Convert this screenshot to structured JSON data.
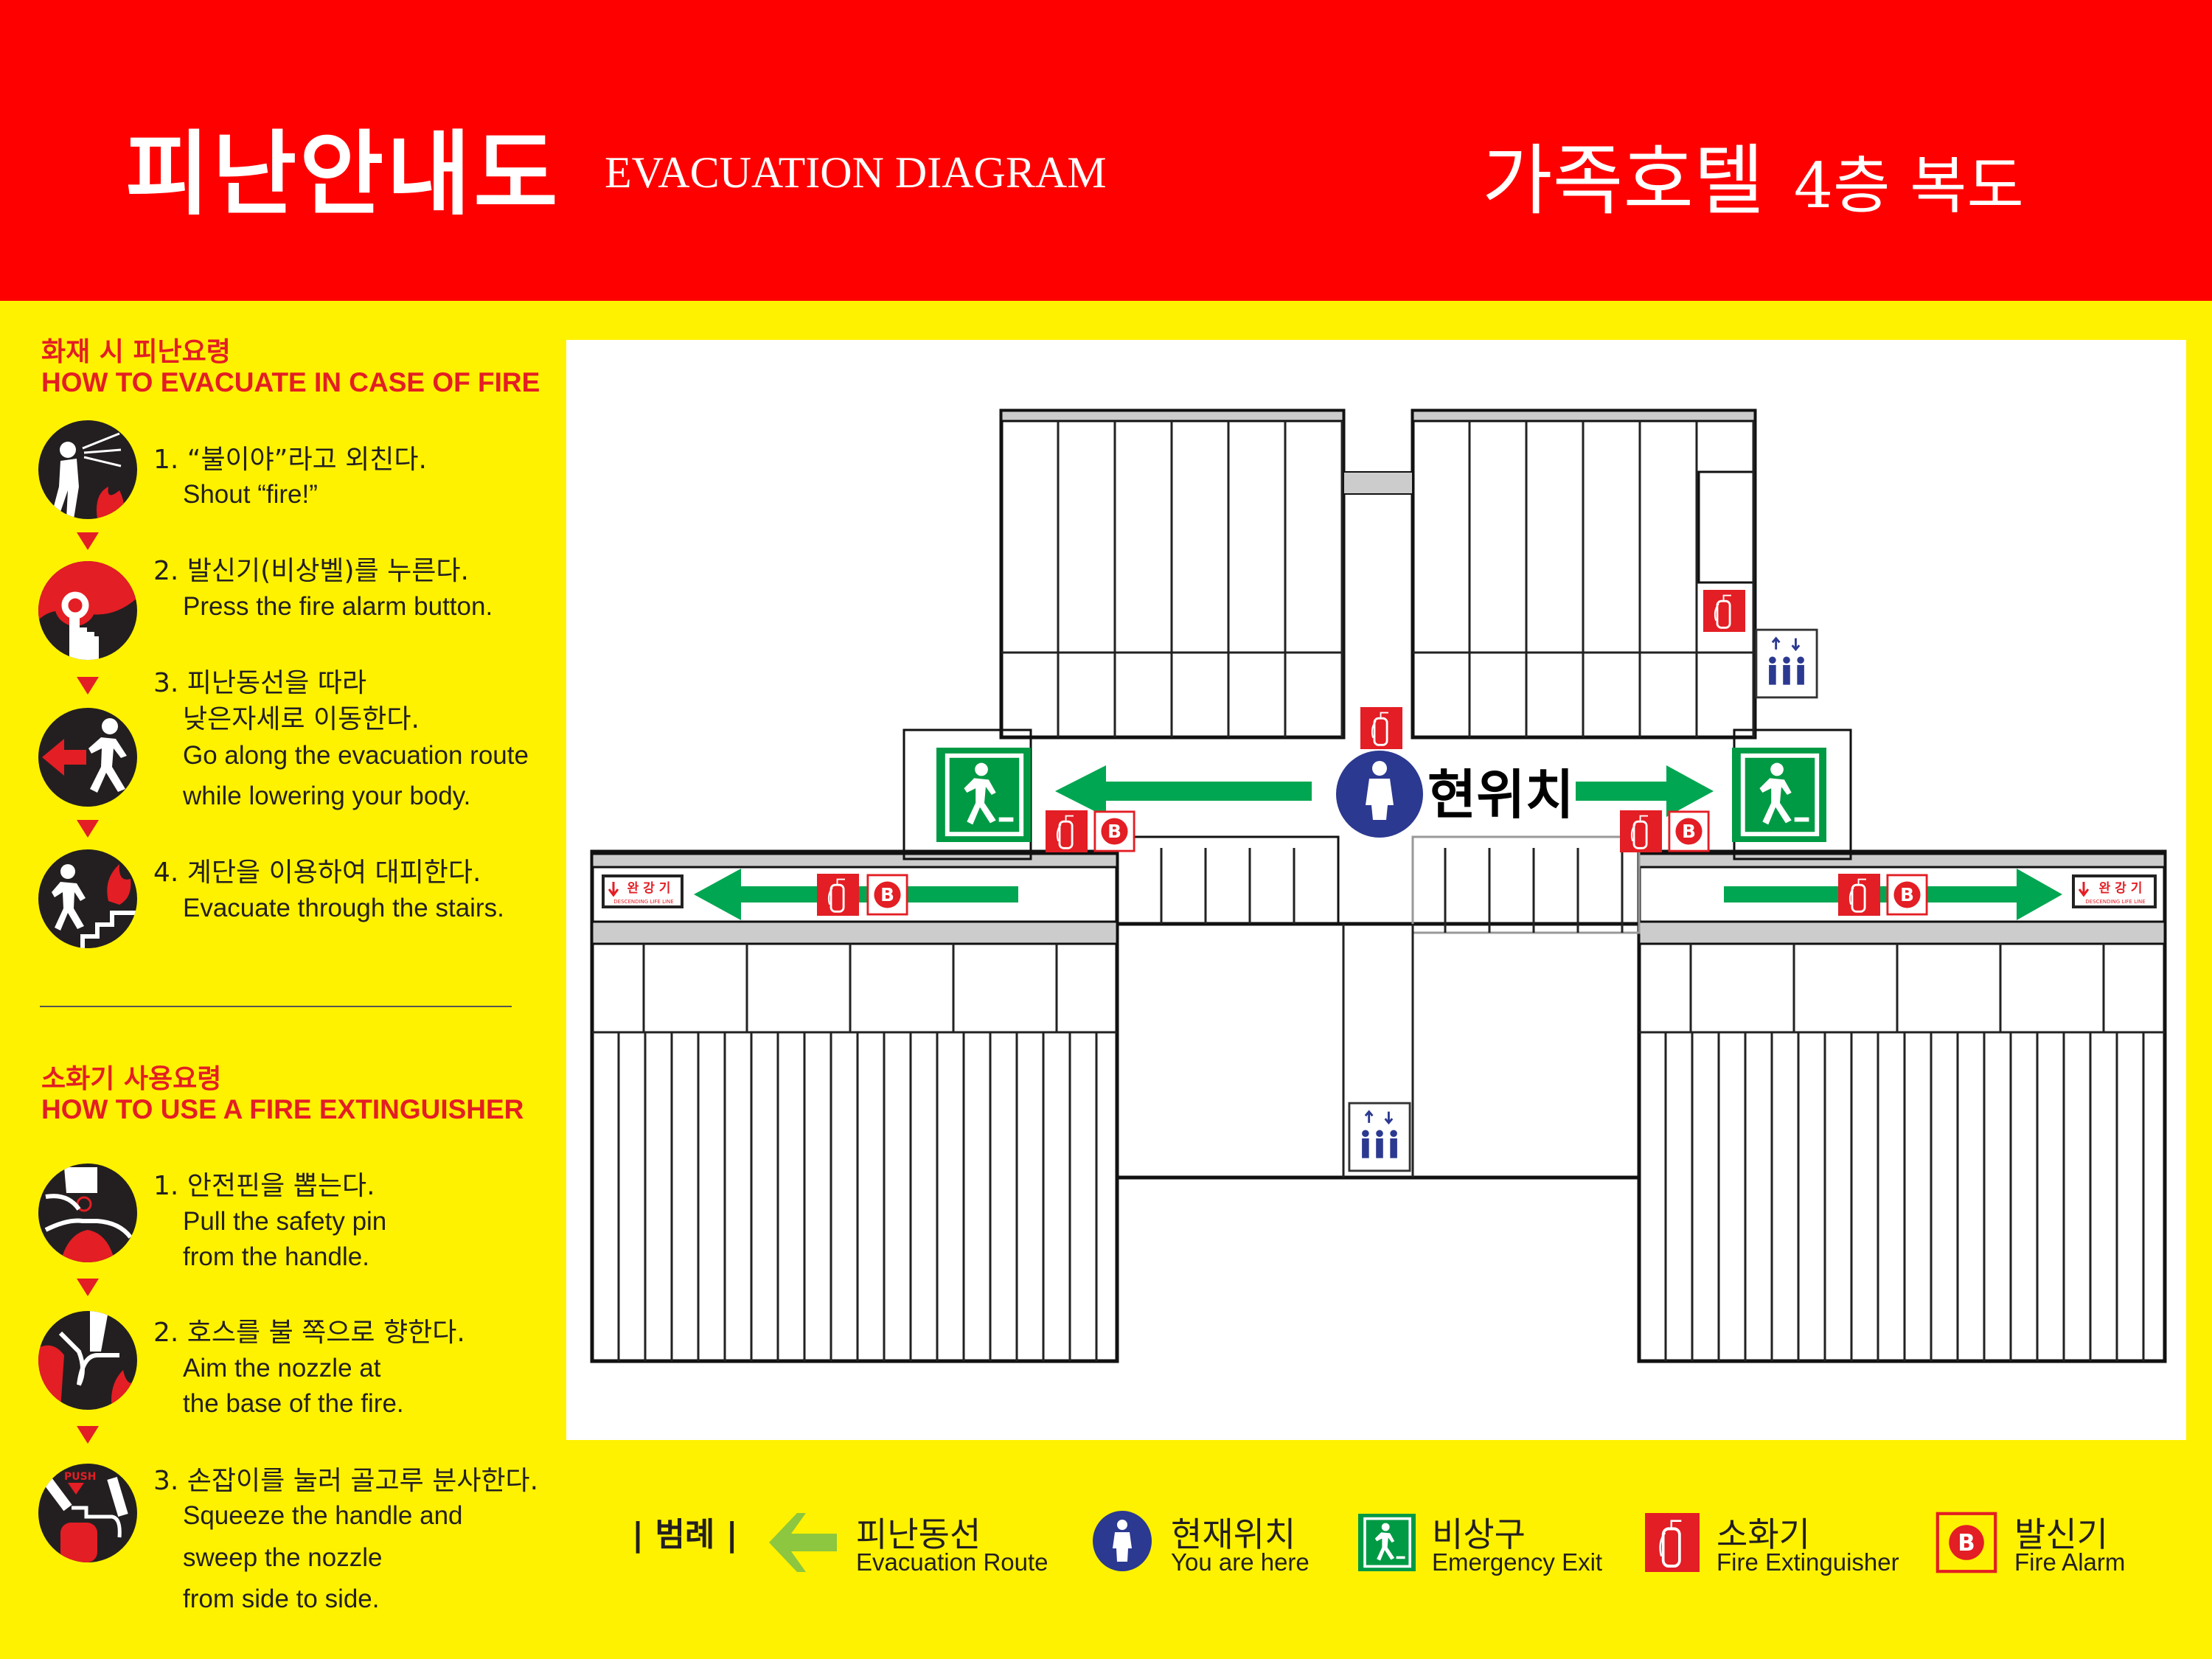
{
  "header": {
    "title_ko": "피난안내도",
    "title_en": "EVACUATION DIAGRAM",
    "location_name": "가족호텔",
    "location_floor": "4층 복도",
    "background_color": "#ff0000"
  },
  "evacuation": {
    "heading_ko": "화재 시 피난요령",
    "heading_en": "HOW TO EVACUATE IN CASE OF FIRE",
    "steps": [
      {
        "ko": "1. “불이야”라고 외친다.",
        "en": [
          "Shout “fire!”"
        ],
        "icon": "shouting-person-icon"
      },
      {
        "ko": "2. 발신기(비상벨)를 누른다.",
        "en": [
          "Press the fire alarm button."
        ],
        "icon": "alarm-button-press-icon"
      },
      {
        "ko": "3. 피난동선을 따라",
        "ko2": "낮은자세로 이동한다.",
        "en": [
          "Go along the evacuation route",
          "while lowering your body."
        ],
        "icon": "running-exit-icon"
      },
      {
        "ko": "4. 계단을 이용하여 대피한다.",
        "en": [
          "Evacuate through the stairs."
        ],
        "icon": "stairs-escape-icon"
      }
    ]
  },
  "extinguisher": {
    "heading_ko": "소화기 사용요령",
    "heading_en": "HOW TO USE A FIRE EXTINGUISHER",
    "steps": [
      {
        "ko": "1. 안전핀을 뽑는다.",
        "en": [
          "Pull the safety pin",
          "from the handle."
        ],
        "icon": "pull-pin-icon"
      },
      {
        "ko": "2. 호스를 불 쪽으로 향한다.",
        "en": [
          "Aim the nozzle at",
          "the base of the fire."
        ],
        "icon": "aim-nozzle-icon"
      },
      {
        "ko": "3. 손잡이를 눌러 골고루 분사한다.",
        "en": [
          "Squeeze the handle and",
          "sweep the nozzle",
          "from side to side."
        ],
        "icon": "squeeze-handle-icon",
        "push_label": "PUSH"
      }
    ]
  },
  "plan": {
    "you_are_here": "현위치",
    "descending_lifeline_ko": "완 강 기",
    "descending_lifeline_en": "DESCENDING LIFE LINE",
    "alarm_letter": "B"
  },
  "legend": {
    "title": "| 범례 |",
    "items": [
      {
        "ko": "피난동선",
        "en": "Evacuation Route",
        "icon": "arrow-left-icon"
      },
      {
        "ko": "현재위치",
        "en": "You are here",
        "icon": "person-location-icon"
      },
      {
        "ko": "비상구",
        "en": "Emergency Exit",
        "icon": "emergency-exit-icon"
      },
      {
        "ko": "소화기",
        "en": "Fire Extinguisher",
        "icon": "fire-extinguisher-icon"
      },
      {
        "ko": "발신기",
        "en": "Fire Alarm",
        "icon": "fire-alarm-icon"
      }
    ]
  },
  "colors": {
    "background": "#fff200",
    "accent_red": "#e31e24",
    "route_green": "#00a651",
    "exit_green": "#009a44",
    "location_blue": "#2b3990",
    "legend_arrow": "#8dc63f"
  }
}
